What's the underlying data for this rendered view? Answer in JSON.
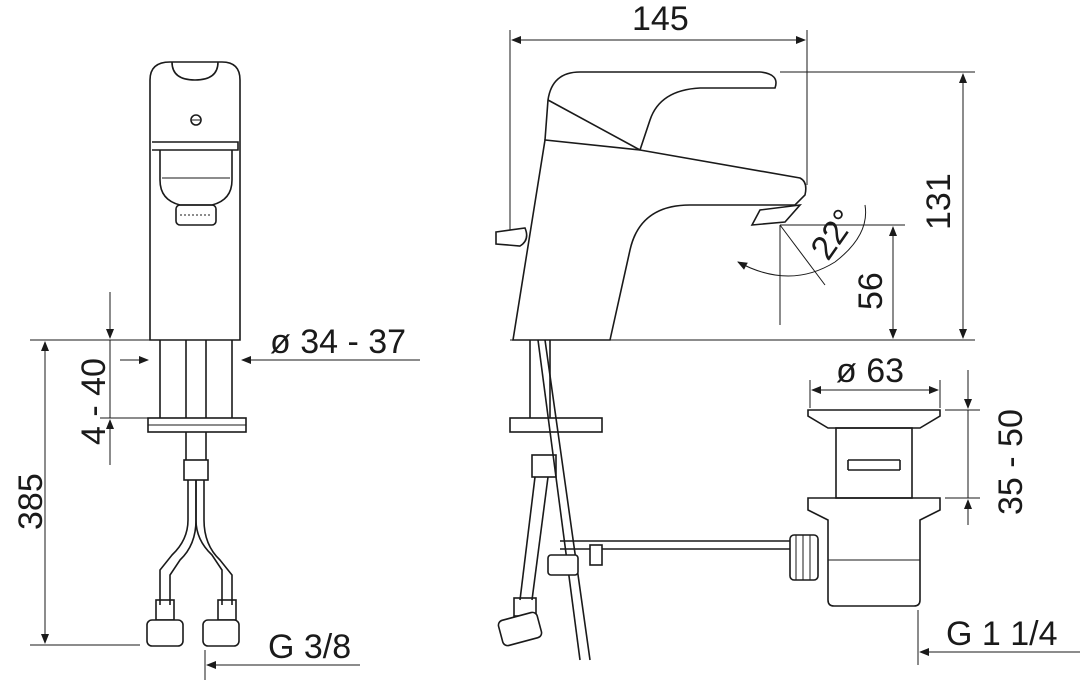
{
  "dimensions": {
    "spout_length": "145",
    "total_height": "131",
    "spout_angle": "22°",
    "spout_height": "56",
    "hole_diameter": "ø 34 - 37",
    "deck_thickness": "4 - 40",
    "hose_length": "385",
    "hose_thread": "G 3/8",
    "waste_diameter": "ø 63",
    "waste_height": "35 - 50",
    "waste_thread": "G 1 1/4"
  },
  "colors": {
    "line": "#1a1a1a",
    "background": "#ffffff"
  }
}
